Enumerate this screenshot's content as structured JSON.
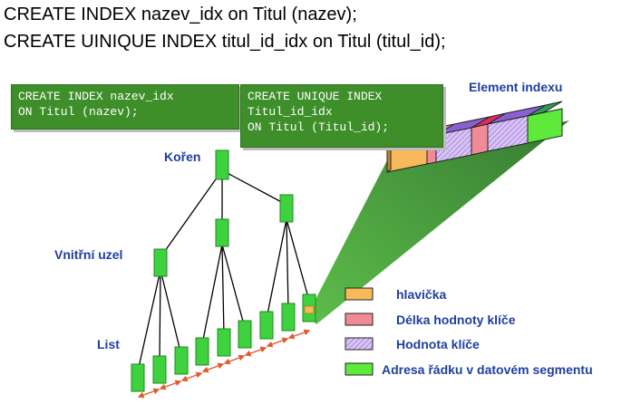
{
  "header": {
    "line1": "CREATE INDEX nazev_idx on Titul (nazev);",
    "line2": "CREATE UINIQUE INDEX titul_id_idx on Titul (titul_id);"
  },
  "code_boxes": [
    {
      "lines": [
        "CREATE INDEX nazev_idx",
        "ON Titul (nazev);"
      ]
    },
    {
      "lines": [
        "CREATE UNIQUE INDEX",
        "Titul_id_idx",
        "ON Titul (Titul_id);"
      ]
    }
  ],
  "labels": {
    "root": "Kořen",
    "inner_node": "Vnitřní uzel",
    "leaf": "List",
    "index_element": "Element indexu"
  },
  "legend": [
    {
      "label": "hlavička",
      "color": "#f7b95a"
    },
    {
      "label": "Délka hodnoty klíče",
      "color": "#f08a96"
    },
    {
      "label": "Hodnota klíče",
      "color": "#c9a8f0"
    },
    {
      "label": "Adresa řádku v datovém segmentu",
      "color": "#5eea3a"
    }
  ],
  "colors": {
    "node_green": "#3fd23f",
    "code_box_green": "#3e8f2a",
    "label_blue": "#1f3f9f",
    "leaf_link": "#e25a2a",
    "beam": "#2f8a2a"
  }
}
